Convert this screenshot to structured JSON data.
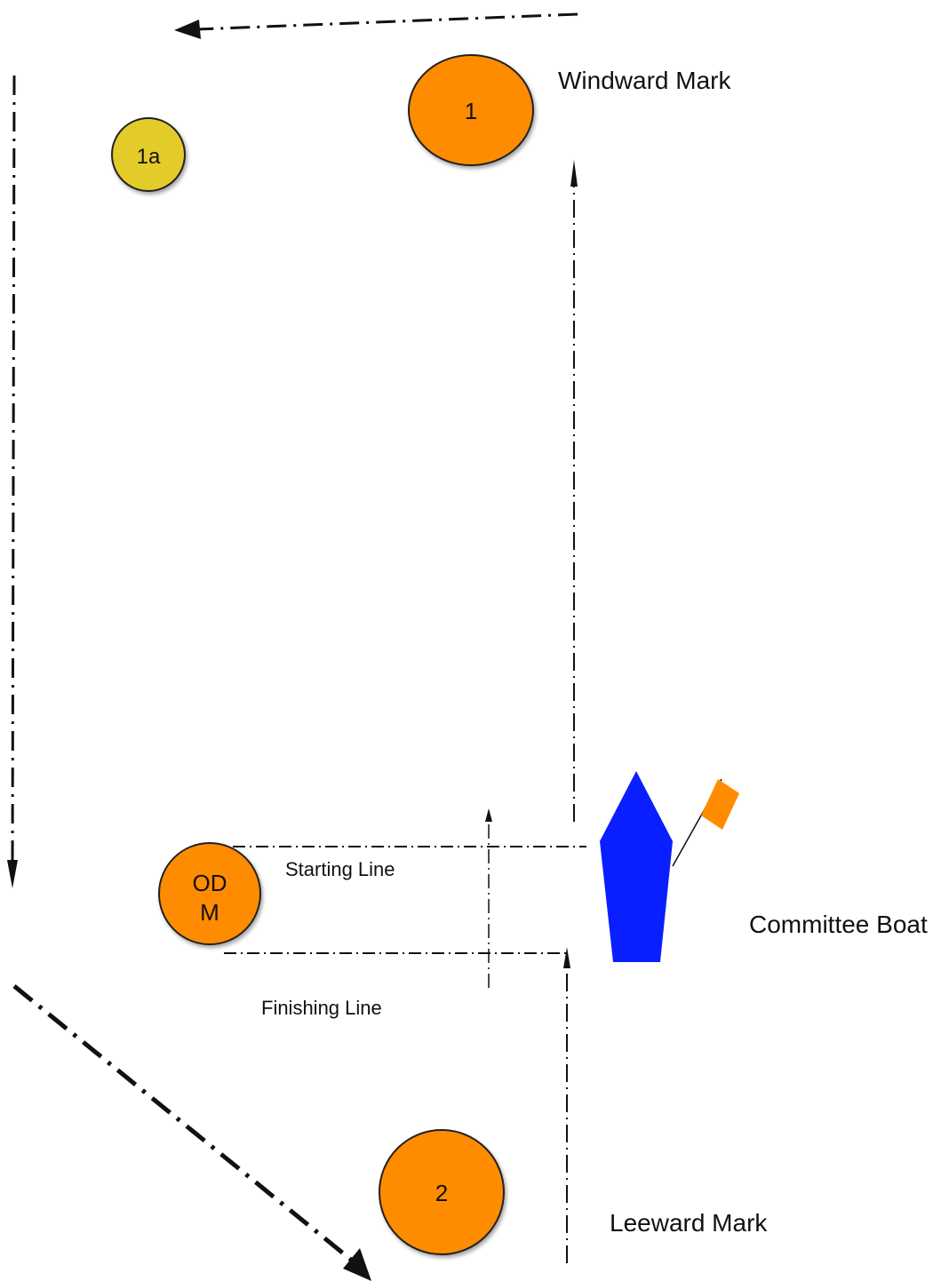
{
  "diagram": {
    "labels": {
      "windward_mark": "Windward Mark",
      "committee_boat": "Committee Boat",
      "leeward_mark": "Leeward Mark",
      "starting_line": "Starting Line",
      "finishing_line": "Finishing Line"
    },
    "marks": {
      "mark_1": "1",
      "mark_1a": "1a",
      "mark_2": "2",
      "odm_line1": "OD",
      "odm_line2": "M"
    },
    "colors": {
      "mark_orange": "#FF8C00",
      "mark_yellow": "#E3CC2A",
      "boat_blue": "#0A1FFF",
      "flag_orange": "#FF8C00",
      "line_black": "#111111"
    }
  }
}
